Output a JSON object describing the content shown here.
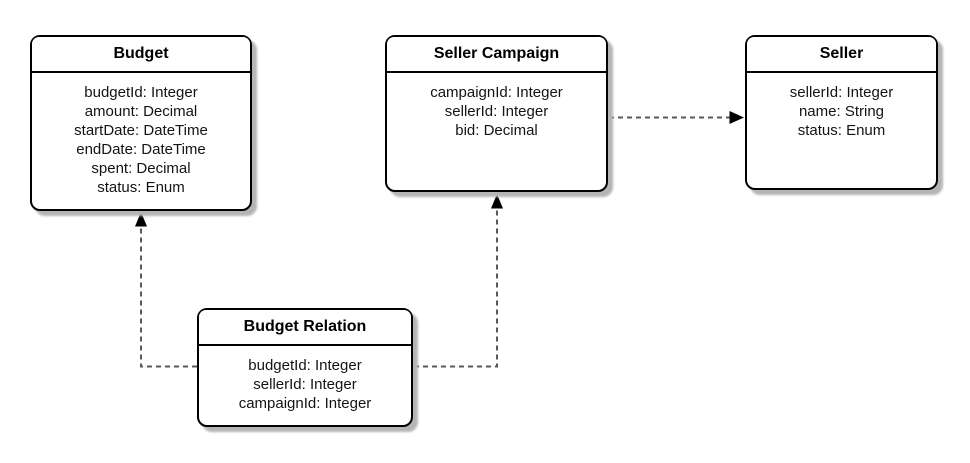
{
  "diagram": {
    "background": "#ffffff",
    "colors": {
      "box_fill": "#ffffff",
      "box_border": "#000000",
      "title_text": "#000000",
      "field_text": "#141414",
      "connector_dash": "#595959",
      "arrowhead": "#000000",
      "shadow": "#b5b5b5"
    },
    "entities": [
      {
        "id": "budget",
        "title": "Budget",
        "fields": [
          "budgetId: Integer",
          "amount: Decimal",
          "startDate: DateTime",
          "endDate: DateTime",
          "spent: Decimal",
          "status: Enum"
        ]
      },
      {
        "id": "seller-campaign",
        "title": "Seller Campaign",
        "fields": [
          "campaignId: Integer",
          "sellerId: Integer",
          "bid: Decimal"
        ]
      },
      {
        "id": "seller",
        "title": "Seller",
        "fields": [
          "sellerId: Integer",
          "name: String",
          "status: Enum"
        ]
      },
      {
        "id": "budget-relation",
        "title": "Budget Relation",
        "fields": [
          "budgetId: Integer",
          "sellerId: Integer",
          "campaignId: Integer"
        ]
      }
    ],
    "connectors": [
      {
        "from": "Budget Relation",
        "to": "Budget",
        "style": "dashed-arrow"
      },
      {
        "from": "Budget Relation",
        "to": "Seller Campaign",
        "style": "dashed-arrow"
      },
      {
        "from": "Seller Campaign",
        "to": "Seller",
        "style": "dashed-arrow"
      }
    ]
  }
}
